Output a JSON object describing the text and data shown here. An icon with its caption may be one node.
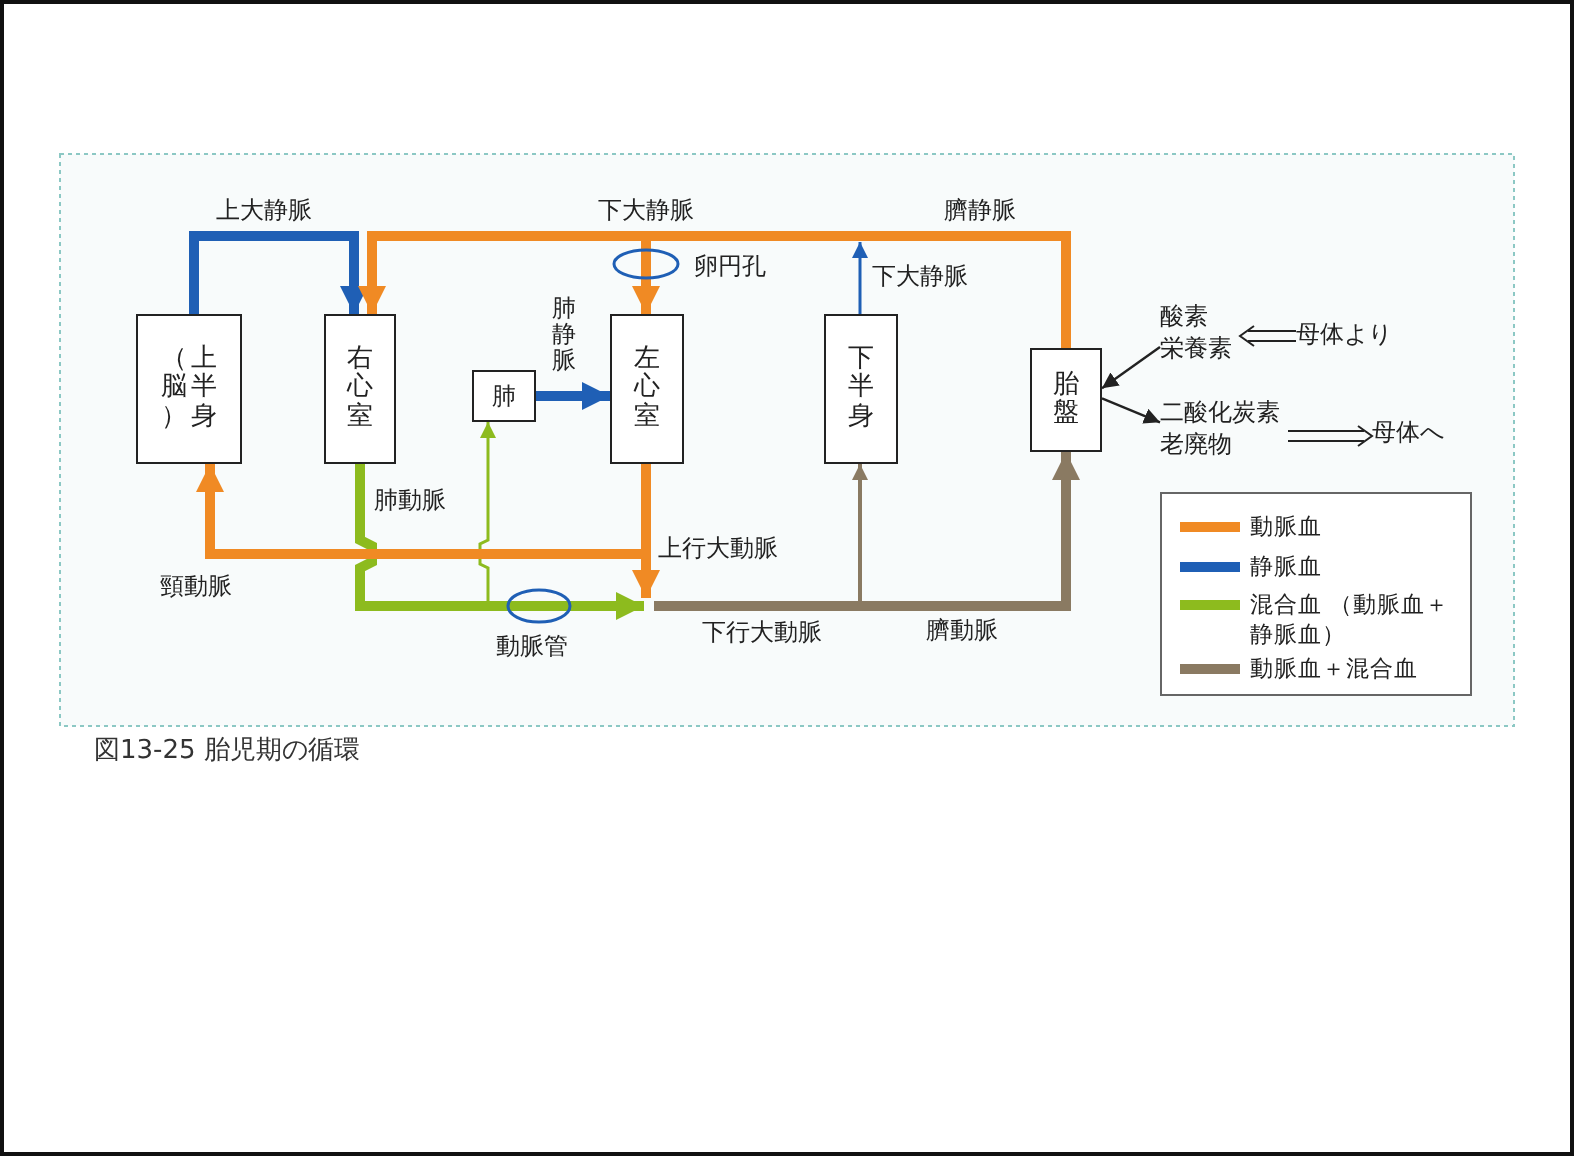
{
  "diagram": {
    "caption": "図13-25 胎児期の循環",
    "nodes": [
      {
        "text": [
          "（脳）",
          "上半身"
        ]
      },
      {
        "text": [
          "右心室"
        ]
      },
      {
        "text": [
          "肺"
        ]
      },
      {
        "text": [
          "左心室"
        ]
      },
      {
        "text": [
          "下半身"
        ]
      },
      {
        "text": [
          "胎盤"
        ]
      },
      {
        "text": [
          "酸素",
          "栄養素"
        ]
      },
      {
        "text": [
          "母体より"
        ]
      },
      {
        "text": [
          "二酸化炭素",
          "老廃物"
        ]
      },
      {
        "text": [
          "母体へ"
        ]
      },
      {
        "text": [],
        "shape": "ellipse",
        "beside": [
          "動脈管"
        ]
      },
      {
        "text": [],
        "shape": "ellipse",
        "beside": [
          "卵円孔"
        ]
      }
    ],
    "edges": [
      {
        "from": 0,
        "to": 1,
        "arrow": "to",
        "label": "上大静脈",
        "color": "#1f5fb5"
      },
      {
        "from": 5,
        "to": 1,
        "arrow": "to",
        "label": "臍静脈",
        "color": "#f08a24"
      },
      {
        "from": 5,
        "to": 11,
        "arrow": "none",
        "color": "#f08a24"
      },
      {
        "from": 4,
        "to": null,
        "arrow": "to",
        "label": "下大静脈",
        "color": "#1f5fb5"
      },
      {
        "from": 2,
        "to": 3,
        "arrow": "to",
        "label": "肺静脈",
        "color": "#1f5fb5"
      },
      {
        "from": 1,
        "to": 10,
        "arrow": "none",
        "label": "肺動脈",
        "color": "#8dbb1e"
      },
      {
        "from": 1,
        "to": 2,
        "arrow": "to",
        "color": "#8dbb1e"
      },
      {
        "from": 3,
        "to": 0,
        "arrow": "to",
        "label": "頸動脈",
        "color": "#f08a24"
      },
      {
        "from": 3,
        "to": null,
        "arrow": "to",
        "label": "上行大動脈",
        "color": "#f08a24"
      },
      {
        "from": null,
        "to": 5,
        "arrow": "to",
        "label": "臍動脈",
        "color": "#8a7a62"
      },
      {
        "from": null,
        "to": 4,
        "arrow": "to",
        "color": "#8a7a62"
      },
      {
        "from": 6,
        "to": 5,
        "arrow": "to",
        "color": "#222222"
      },
      {
        "from": 5,
        "to": 8,
        "arrow": "to",
        "color": "#222222"
      },
      {
        "from": 7,
        "to": 6,
        "arrow": "to",
        "color": "#222222"
      },
      {
        "from": 8,
        "to": 9,
        "arrow": "to",
        "color": "#222222"
      },
      {
        "from": 10,
        "to": null,
        "arrow": "to",
        "color": "#8dbb1e"
      },
      {
        "from": 11,
        "to": 3,
        "arrow": "to",
        "color": "#f08a24"
      }
    ],
    "labels": [
      "下大静脈",
      "下行大動脈"
    ],
    "legend": [
      {
        "text": "動脈血",
        "color": "#f08a24"
      },
      {
        "text": "静脈血",
        "color": "#1f5fb5"
      },
      {
        "text": "混合血 （動脈血＋静脈血）",
        "color": "#8dbb1e"
      },
      {
        "text": "動脈血＋混合血",
        "color": "#8a7a62"
      }
    ]
  }
}
